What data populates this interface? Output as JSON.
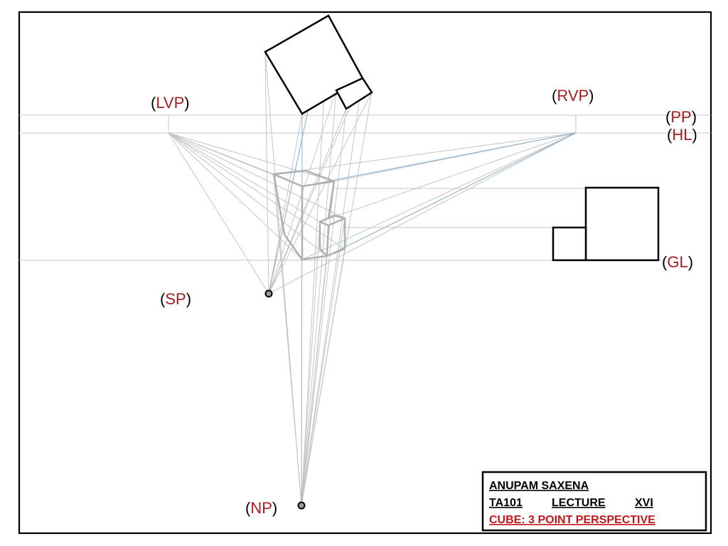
{
  "labels": {
    "lvp": "LVP",
    "rvp": "RVP",
    "pp": "PP",
    "hl": "HL",
    "gl": "GL",
    "sp": "SP",
    "np": "NP",
    "open_paren": "(",
    "close_paren": ")"
  },
  "title_block": {
    "author": "ANUPAM SAXENA",
    "course": "TA101",
    "lecture": "LECTURE",
    "lecture_no": "XVI",
    "subject": "CUBE: 3 POINT PERSPECTIVE"
  },
  "colors": {
    "label_red": "#a51d1d",
    "subject_red": "#c0161b",
    "construction_gray": "#c4c4c4",
    "projector_blue": "#8ab4d8",
    "cube_gray": "#b0b0b0",
    "ink": "#000000"
  }
}
